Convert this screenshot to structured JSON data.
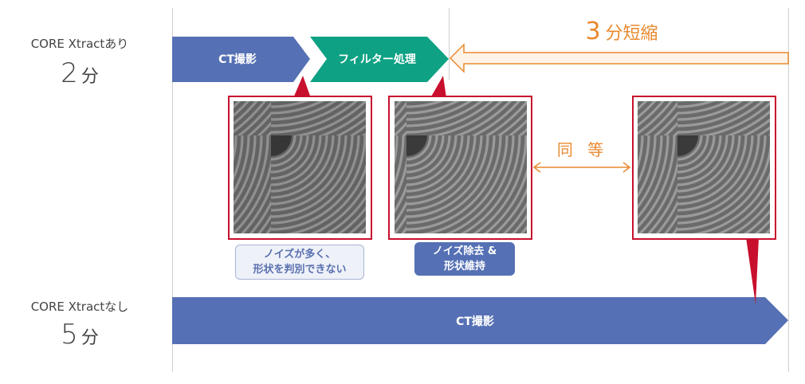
{
  "rows": {
    "with": {
      "label": "CORE Xtractあり",
      "time": "2",
      "unit": "分"
    },
    "without": {
      "label": "CORE Xtractなし",
      "time": "5",
      "unit": "分"
    }
  },
  "steps": {
    "ct": "CT撮影",
    "filter": "フィルター処理",
    "ct_long": "CT撮影"
  },
  "saving": {
    "value": "3",
    "unit": "分短縮"
  },
  "equivalent_label": "同 等",
  "captions": {
    "noisy": [
      "ノイズが多く、",
      "形状を判別できない"
    ],
    "denoised": [
      "ノイズ除去 &",
      "形状維持"
    ]
  },
  "colors": {
    "ct_bar": "#5570b4",
    "filter_bar": "#0ea184",
    "accent": "#e8892f",
    "frame": "#c8102e"
  }
}
